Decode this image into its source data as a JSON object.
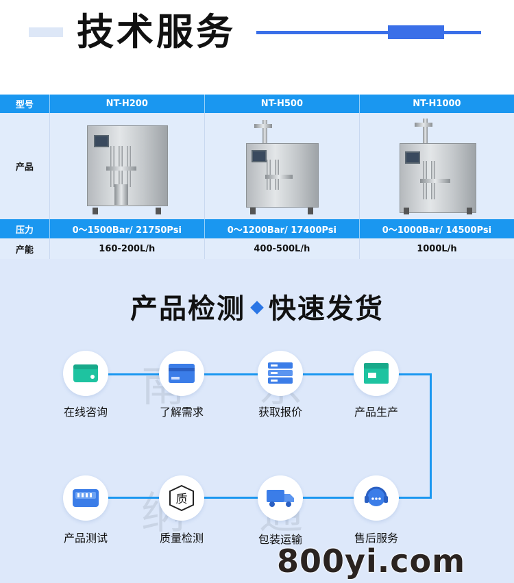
{
  "header": {
    "title": "技术服务"
  },
  "spec_table": {
    "head": {
      "label": "型号",
      "models": [
        "NT-H200",
        "NT-H500",
        "NT-H1000"
      ]
    },
    "product_row_label": "产品",
    "pressure": {
      "label": "压力",
      "values": [
        "0～1500Bar/ 21750Psi",
        "0～1200Bar/ 17400Psi",
        "0～1000Bar/ 14500Psi"
      ]
    },
    "capacity": {
      "label": "产能",
      "values": [
        "160-200L/h",
        "400-500L/h",
        "1000L/h"
      ]
    }
  },
  "process": {
    "title_left": "产品检测",
    "title_right": "快速发货",
    "steps": [
      {
        "label": "在线咨询",
        "icon": "wallet-icon",
        "color": "#1ec3a0"
      },
      {
        "label": "了解需求",
        "icon": "card-icon",
        "color": "#3b7de8"
      },
      {
        "label": "获取报价",
        "icon": "server-list-icon",
        "color": "#3b7de8"
      },
      {
        "label": "产品生产",
        "icon": "package-box-icon",
        "color": "#1ec3a0"
      },
      {
        "label": "售后服务",
        "icon": "headset-icon",
        "color": "#3b7de8"
      },
      {
        "label": "包装运输",
        "icon": "delivery-truck-icon",
        "color": "#3b7de8"
      },
      {
        "label": "质量检测",
        "icon": "quality-badge-icon",
        "color": "#222222"
      },
      {
        "label": "产品测试",
        "icon": "meter-icon",
        "color": "#3b7de8"
      }
    ],
    "quality_badge_char": "质",
    "line_color": "#1a97f0"
  },
  "watermark": {
    "chars": [
      "南",
      "京",
      "纳",
      "通"
    ]
  },
  "brand": "800yi.com"
}
